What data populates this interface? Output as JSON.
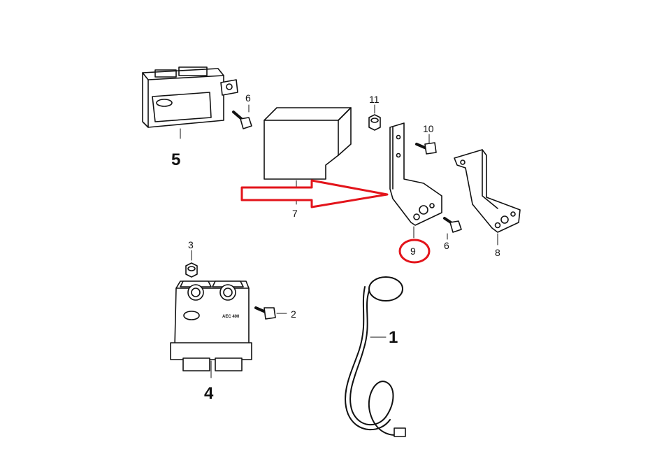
{
  "diagram": {
    "callouts": {
      "p1": "1",
      "p2": "2",
      "p3": "3",
      "p4": "4",
      "p5": "5",
      "p6a": "6",
      "p6b": "6",
      "p7": "7",
      "p8": "8",
      "p9": "9",
      "p10": "10",
      "p11": "11"
    },
    "unit_label": "AEC 400",
    "colors": {
      "line": "#111111",
      "highlight": "#e3141b"
    }
  }
}
